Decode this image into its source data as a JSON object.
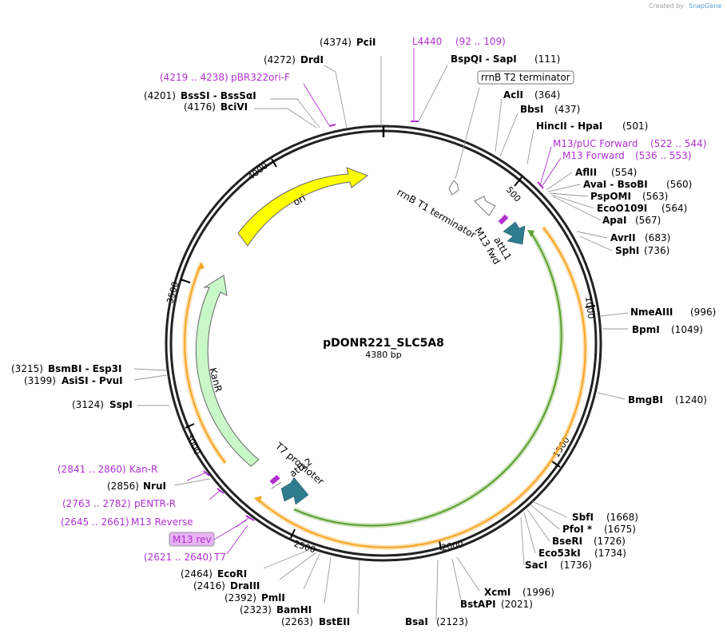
{
  "header": {
    "created_by": "Created by",
    "brand": "SnapGene"
  },
  "map": {
    "name": "pDONR221_SLC5A8",
    "size": "4380 bp"
  },
  "ticks": [
    "500",
    "1000",
    "1500",
    "2000",
    "2500",
    "3000",
    "3500",
    "4000"
  ],
  "sites": [
    {
      "name": "PciI",
      "pos": "(4374)"
    },
    {
      "name": "DrdI",
      "pos": "(4272)"
    },
    {
      "name": "BssSI  - BssSαI",
      "pos": "(4201)"
    },
    {
      "name": "BciVI",
      "pos": "(4176)"
    },
    {
      "name": "BspQI  - SapI",
      "pos": "(111)"
    },
    {
      "name": "AclI",
      "pos": "(364)"
    },
    {
      "name": "BbsI",
      "pos": "(437)"
    },
    {
      "name": "HincII  - HpaI",
      "pos": "(501)"
    },
    {
      "name": "AflII",
      "pos": "(554)"
    },
    {
      "name": "AvaI  - BsoBI",
      "pos": "(560)"
    },
    {
      "name": "PspOMI",
      "pos": "(563)"
    },
    {
      "name": "EcoO109I",
      "pos": "(564)"
    },
    {
      "name": "ApaI",
      "pos": "(567)"
    },
    {
      "name": "AvrII",
      "pos": "(683)"
    },
    {
      "name": "SphI",
      "pos": "(736)"
    },
    {
      "name": "NmeAIII",
      "pos": "(996)"
    },
    {
      "name": "BpmI",
      "pos": "(1049)"
    },
    {
      "name": "BmgBI",
      "pos": "(1240)"
    },
    {
      "name": "SbfI",
      "pos": "(1668)"
    },
    {
      "name": "PfoI *",
      "pos": "(1675)"
    },
    {
      "name": "BseRI",
      "pos": "(1726)"
    },
    {
      "name": "Eco53kI",
      "pos": "(1734)"
    },
    {
      "name": "SacI",
      "pos": "(1736)"
    },
    {
      "name": "XcmI",
      "pos": "(1996)"
    },
    {
      "name": "BstAPI",
      "pos": "(2021)"
    },
    {
      "name": "BsaI",
      "pos": "(2123)"
    },
    {
      "name": "BstEII",
      "pos": "(2263)"
    },
    {
      "name": "BamHI",
      "pos": "(2323)"
    },
    {
      "name": "PmlI",
      "pos": "(2392)"
    },
    {
      "name": "DraIII",
      "pos": "(2416)"
    },
    {
      "name": "EcoRI",
      "pos": "(2464)"
    },
    {
      "name": "SspI",
      "pos": "(3124)"
    },
    {
      "name": "AsiSI  - PvuI",
      "pos": "(3199)"
    },
    {
      "name": "BsmBI  - Esp3I",
      "pos": "(3215)"
    }
  ],
  "primers": [
    {
      "name": "L4440",
      "range": "(92 .. 109)"
    },
    {
      "name": "pBR322ori-F",
      "range": "(4219 .. 4238)"
    },
    {
      "name": "M13/pUC Forward",
      "range": "(522 .. 544)"
    },
    {
      "name": "M13 Forward",
      "range": "(536 .. 553)"
    },
    {
      "name": "Kan-R",
      "range": "(2841 .. 2860)"
    },
    {
      "name": "pENTR-R",
      "range": "(2763 .. 2782)"
    },
    {
      "name": "M13 Reverse",
      "range": "(2645 .. 2661)"
    },
    {
      "name": "T7",
      "range": "(2621 .. 2640)"
    },
    {
      "name": "M13 rev",
      "range": ""
    }
  ],
  "features": {
    "rrnb_t2": "rrnB T2 terminator",
    "rrnb_t1": "rrnB T1 terminator",
    "m13_fwd": "M13 fwd",
    "attl1": "attL1",
    "ori": "ori",
    "kanr": "KanR",
    "t7_promoter": "T7 promoter",
    "attl2": "attL2"
  },
  "colors": {
    "ori": "#ffff00",
    "kanr": "#c8f7c8",
    "att": "#2e7d8f",
    "orange": "#f5a623",
    "green": "#5aa02c",
    "purple": "#b030d0"
  }
}
